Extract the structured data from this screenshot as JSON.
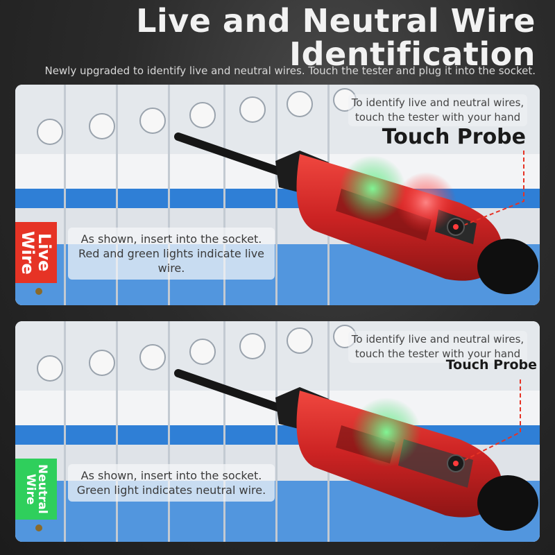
{
  "title": {
    "line1": "Live and Neutral Wire",
    "line2": "Identification"
  },
  "subtitle": "Newly upgraded to identify live and neutral wires. Touch the tester and plug it into the socket.",
  "colors": {
    "live_red": "#e63325",
    "neutral_green": "#2fcf5c",
    "tester_red": "#d42a2a",
    "breaker_blue": "#2f7fd6"
  },
  "panels": [
    {
      "tag": "Live Wire",
      "caption": "As shown, insert into the socket. Red and green lights indicate live wire.",
      "callout": "To identify live and neutral wires, touch the tester with your hand",
      "probe_label": "Touch Probe",
      "lights": [
        "red",
        "green"
      ]
    },
    {
      "tag": "Neutral Wire",
      "caption": "As shown, insert into the socket. Green light indicates neutral wire.",
      "callout": "To identify live and neutral wires, touch the tester with your hand",
      "probe_label": "Touch Probe",
      "lights": [
        "green"
      ]
    }
  ]
}
